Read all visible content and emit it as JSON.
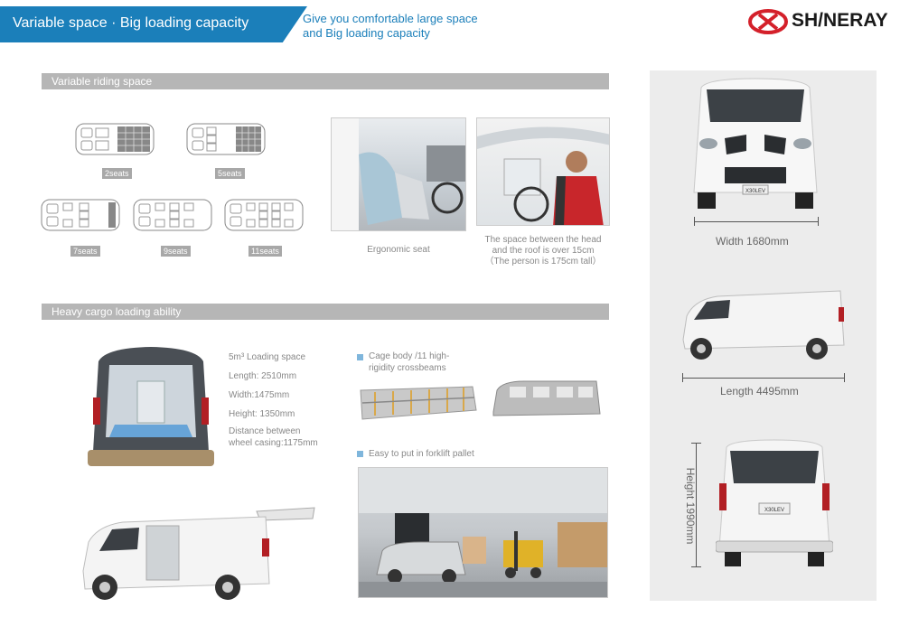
{
  "header": {
    "title": "Variable space · Big loading capacity",
    "subtitle_line1": "Give you comfortable large space",
    "subtitle_line2": "and Big loading capacity",
    "brand": "SH/NERAY"
  },
  "sections": {
    "riding": {
      "title": "Variable riding space"
    },
    "cargo": {
      "title": "Heavy cargo loading ability"
    }
  },
  "seat_layouts": [
    {
      "label": "2seats"
    },
    {
      "label": "5seats"
    },
    {
      "label": "7seats"
    },
    {
      "label": "9seats"
    },
    {
      "label": "11seats"
    }
  ],
  "captions": {
    "ergonomic": "Ergonomic seat",
    "headroom_1": "The space between the head",
    "headroom_2": "and the roof is over 15cm",
    "headroom_3": "（The person is 175cm tall）"
  },
  "cargo_specs": {
    "volume": "5m³ Loading space",
    "length": "Length: 2510mm",
    "width": "Width:1475mm",
    "height": "Height: 1350mm",
    "wheel_1": "Distance between",
    "wheel_2": "wheel casing:1175mm"
  },
  "features": {
    "cage_1": "Cage body /11 high-",
    "cage_2": "rigidity crossbeams",
    "forklift": "Easy to put in forklift pallet"
  },
  "dimensions": {
    "width_label": "Width",
    "width_value": "1680mm",
    "length_label": "Length",
    "length_value": "4495mm",
    "height_label": "Height",
    "height_value": "1990mm",
    "plate": "X30LEV"
  },
  "colors": {
    "accent": "#1b7fba",
    "brand_red": "#d4202a",
    "bar_gray": "#b6b6b6"
  }
}
